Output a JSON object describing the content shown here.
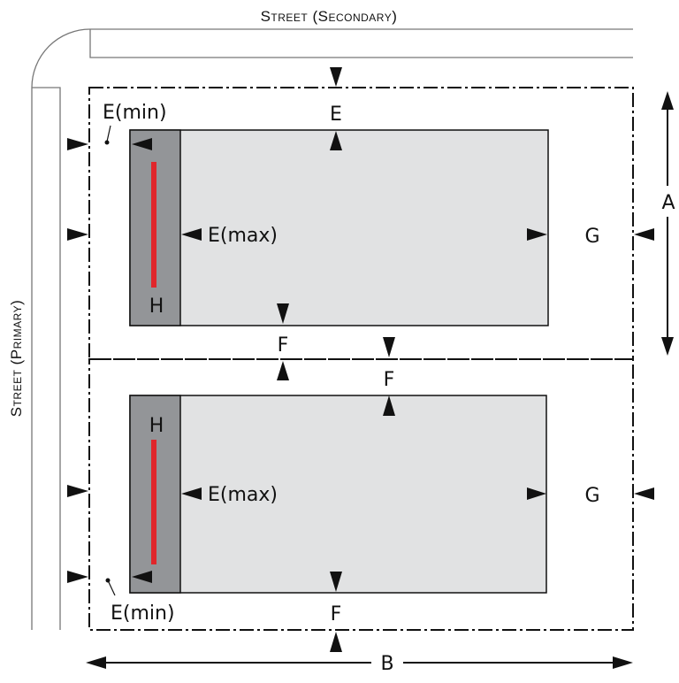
{
  "streets": {
    "secondary": "Street (Secondary)",
    "primary": "Street (Primary)"
  },
  "labels": {
    "A": "A",
    "B": "B",
    "E": "E",
    "E_min": "E(min)",
    "E_max": "E(max)",
    "F": "F",
    "G": "G",
    "H": "H"
  },
  "colors": {
    "building": "#e1e2e3",
    "garage": "#939598",
    "driveway_line": "#e0262b",
    "lines": "#111111"
  }
}
